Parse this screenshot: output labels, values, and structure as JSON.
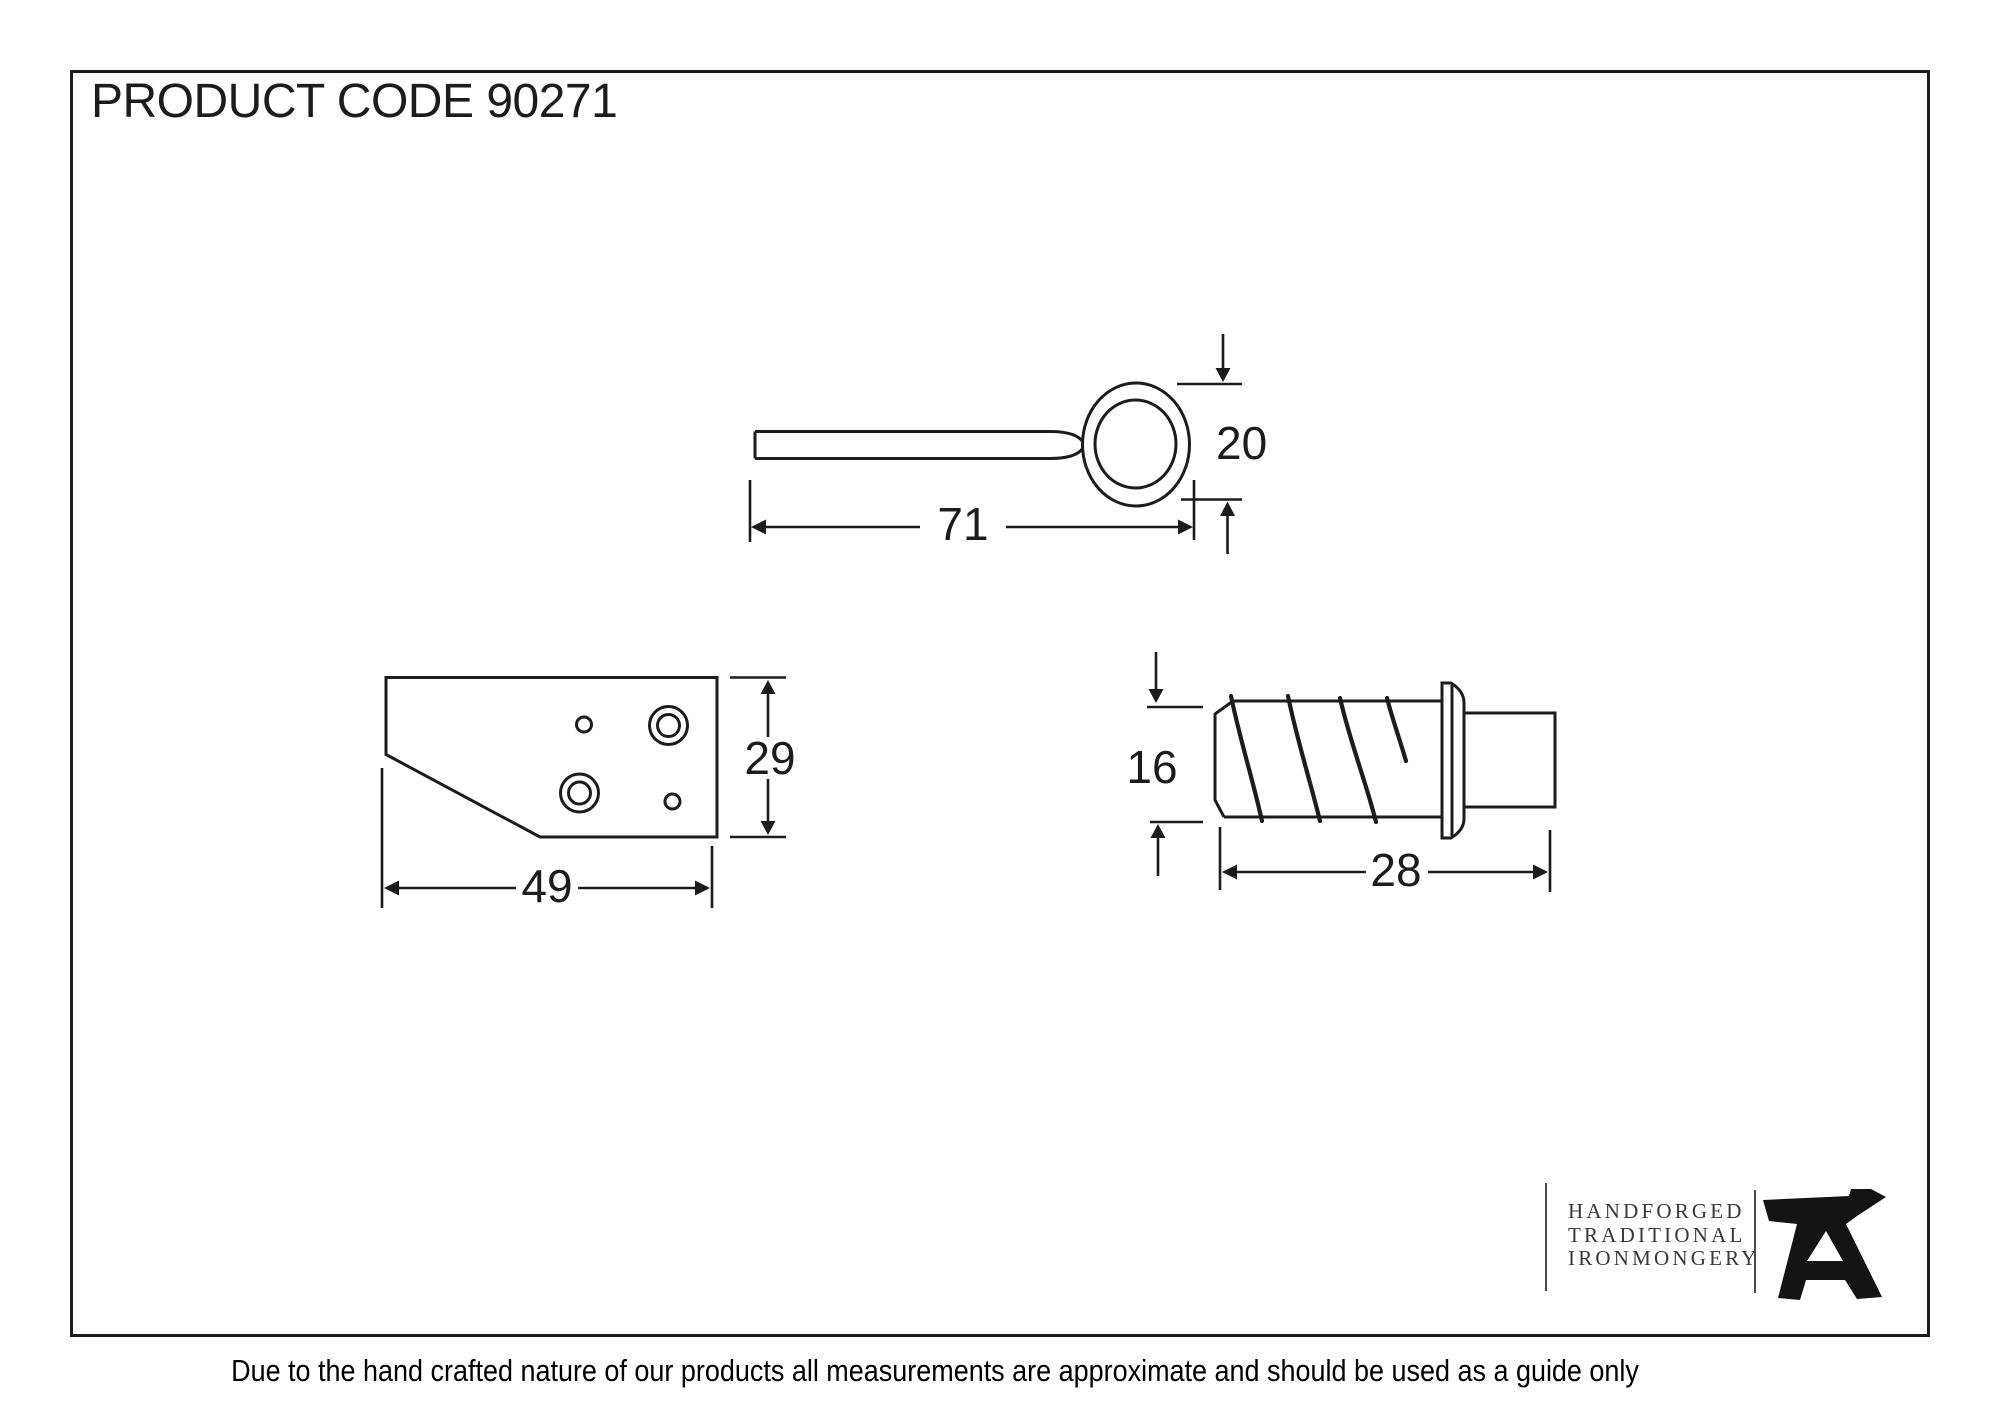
{
  "header": {
    "title": "PRODUCT CODE 90271"
  },
  "footer": {
    "disclaimer": "Due to the hand crafted nature of our products all measurements are approximate and should be used as a guide only"
  },
  "brand": {
    "line1": "HANDFORGED",
    "line2": "TRADITIONAL",
    "line3": "IRONMONGERY",
    "icon": "anvil-icon"
  },
  "views": {
    "eye_pin": {
      "label": "eye-pin-side-view",
      "dim_length": "71",
      "dim_ring_diameter": "20"
    },
    "keep_plate": {
      "label": "keep-plate-face-view",
      "dim_width": "49",
      "dim_height": "29"
    },
    "screw_fixing": {
      "label": "screw-fixing-side-view",
      "dim_length": "28",
      "dim_diameter": "16"
    }
  },
  "colors": {
    "ink": "#1c1c1c",
    "brand_text": "#3d3733",
    "background": "#ffffff"
  }
}
